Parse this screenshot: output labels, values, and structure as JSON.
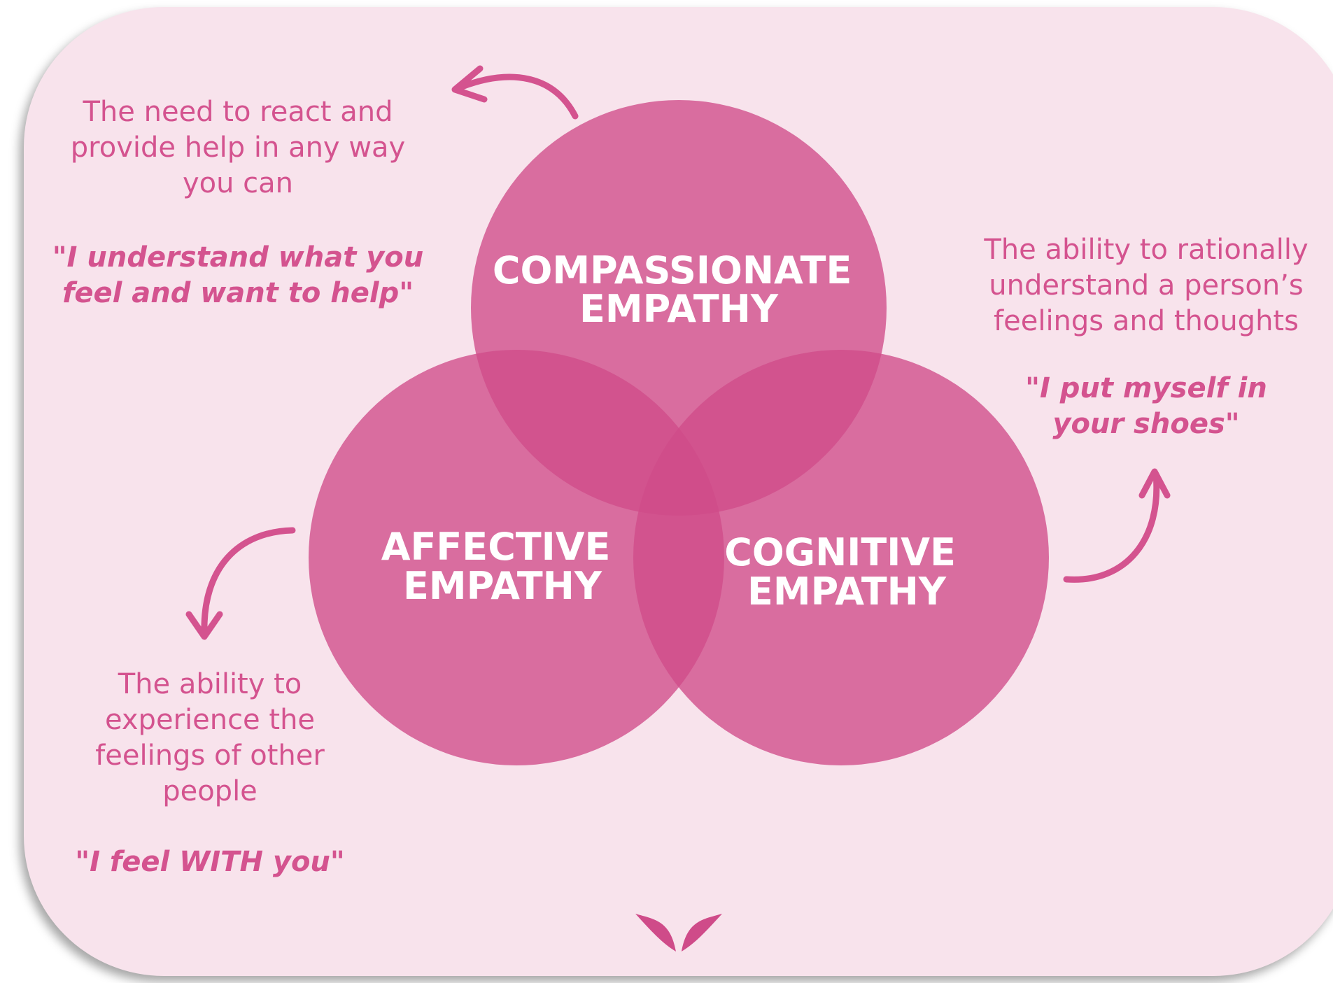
{
  "circles": {
    "compassionate": [
      "COMPASSIONATE",
      "EMPATHY"
    ],
    "affective": [
      "AFFECTIVE",
      "EMPATHY"
    ],
    "cognitive": [
      "COGNITIVE",
      "EMPATHY"
    ]
  },
  "notes": {
    "compassionate": {
      "description": [
        "The need to react and",
        "provide help in any way",
        "you can"
      ],
      "quote": [
        "\"I understand what you",
        "feel and want to help\""
      ]
    },
    "cognitive": {
      "description": [
        "The ability to rationally",
        "understand a person’s",
        "feelings and thoughts"
      ],
      "quote": [
        "\"I put myself in",
        "your shoes\""
      ]
    },
    "affective": {
      "description": [
        "The ability to",
        "experience the",
        "feelings of other",
        "people"
      ],
      "quote": [
        "\"I feel WITH you\""
      ]
    }
  },
  "icons": {
    "logo": "leaf-logo-icon",
    "arrows": [
      "curved-arrow-icon",
      "curved-arrow-icon",
      "curved-arrow-icon"
    ]
  },
  "colors": {
    "background": "#f8e3ec",
    "circle": "#cf4b89",
    "text_accent": "#d4538f",
    "label": "#ffffff"
  }
}
